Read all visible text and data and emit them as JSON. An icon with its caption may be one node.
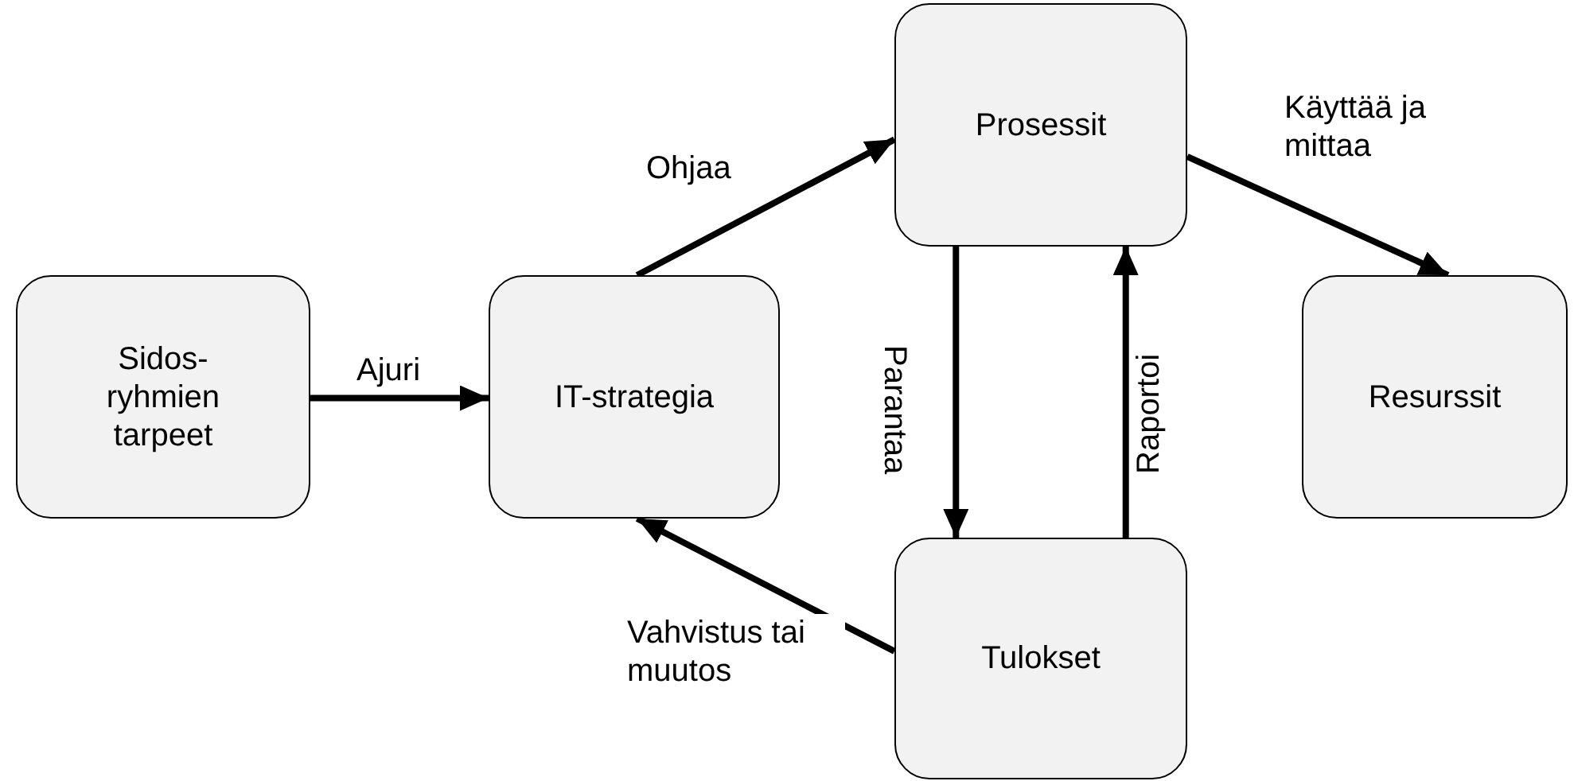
{
  "diagram": {
    "nodes": [
      {
        "text": [
          "Sidos- ryhmien tarpeet"
        ]
      },
      {
        "text": [
          "IT-strategia"
        ]
      },
      {
        "text": [
          "Prosessit"
        ]
      },
      {
        "text": [
          "Resurssit"
        ]
      },
      {
        "text": [
          "Tulokset"
        ]
      }
    ],
    "edges": [
      {
        "from": 0,
        "to": 1,
        "arrow": "to",
        "label": "Ajuri"
      },
      {
        "from": 1,
        "to": 2,
        "arrow": "to",
        "label": "Ohjaa"
      },
      {
        "from": 2,
        "to": 3,
        "arrow": "to",
        "label": "Käyttää ja mittaa"
      },
      {
        "from": 2,
        "to": 4,
        "arrow": "to",
        "label": "Parantaa"
      },
      {
        "from": 4,
        "to": 2,
        "arrow": "to",
        "label": "Raportoi"
      },
      {
        "from": 4,
        "to": 1,
        "arrow": "to",
        "label": "Vahvistus tai muutos"
      }
    ]
  }
}
